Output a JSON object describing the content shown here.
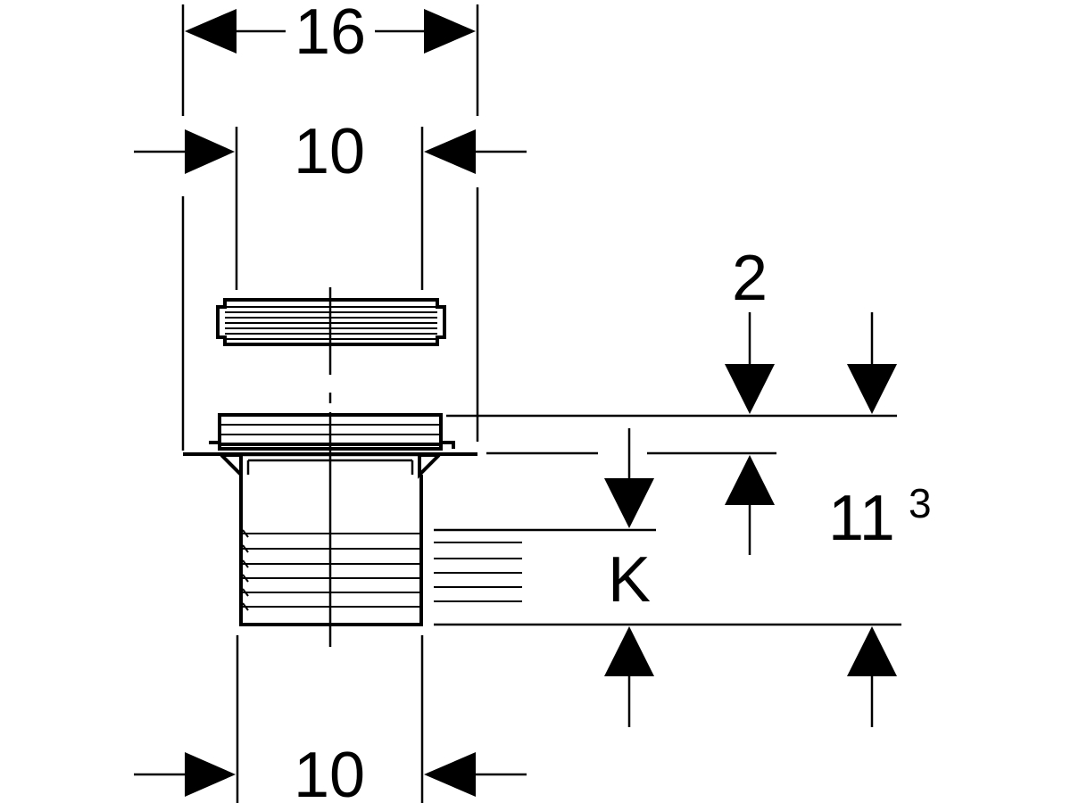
{
  "dimensions": {
    "top_width": "16",
    "upper_inner_width": "10",
    "lower_inner_width": "10",
    "flange_height": "2",
    "total_height_main": "11",
    "total_height_sup": "3",
    "thread_label": "K"
  }
}
